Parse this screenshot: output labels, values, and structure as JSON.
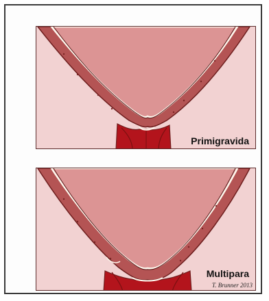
{
  "panels": [
    {
      "label": "Primigravida"
    },
    {
      "label": "Multipara"
    }
  ],
  "signature": "T. Brunner 2013",
  "colors": {
    "background": "#f2d2d2",
    "uterine_wall": "#b45454",
    "wall_dark": "#8a2c2c",
    "cavity": "#dc9494",
    "membrane": "#fff8ee",
    "cervix": "#b3141c"
  }
}
